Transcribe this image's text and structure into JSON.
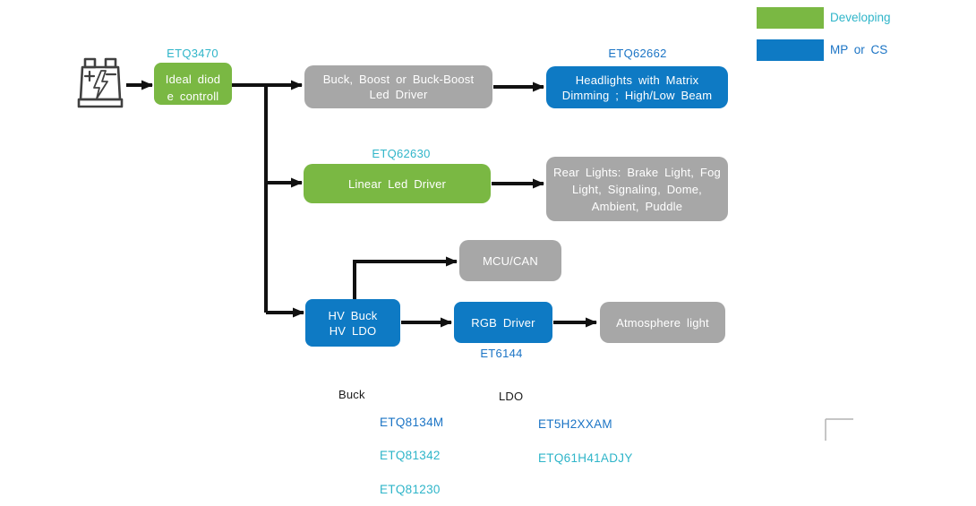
{
  "legend": {
    "developing": {
      "label": "Developing",
      "swatch_color": "#7ab843",
      "text_color": "#2fb5c9"
    },
    "mp_cs": {
      "label": "MP or CS",
      "swatch_color": "#0e7ac4",
      "text_color": "#1b74c5"
    }
  },
  "colors": {
    "developing_box": "#7ab843",
    "mp_cs_box": "#0e7ac4",
    "application_box": "#a7a7a7",
    "developing_text": "#2fb5c9",
    "mp_cs_text": "#1b74c5",
    "connector": "#111111"
  },
  "nodes": {
    "ideal_diode": {
      "part": "ETQ3470",
      "line1": "Ideal diod",
      "line2": "e controll"
    },
    "buck_boost_driver": {
      "label": "Buck, Boost or Buck-Boost Led Driver"
    },
    "headlights": {
      "part": "ETQ62662",
      "label": "Headlights with Matrix Dimming ; High/Low Beam"
    },
    "linear_driver": {
      "part": "ETQ62630",
      "label": "Linear Led Driver"
    },
    "rear_lights": {
      "label": "Rear Lights: Brake Light, Fog Light, Signaling, Dome, Ambient, Puddle"
    },
    "mcu_can": {
      "label": "MCU/CAN"
    },
    "hv_buck": {
      "line1": "HV Buck",
      "line2": "HV LDO"
    },
    "rgb_driver": {
      "part": "ET6144",
      "label": "RGB Driver"
    },
    "atmosphere_light": {
      "label": "Atmosphere light"
    }
  },
  "part_lists": {
    "buck": {
      "title": "Buck",
      "items": [
        {
          "name": "ETQ8134M",
          "status": "mp_cs"
        },
        {
          "name": "ETQ81342",
          "status": "developing"
        },
        {
          "name": "ETQ81230",
          "status": "developing"
        }
      ]
    },
    "ldo": {
      "title": "LDO",
      "items": [
        {
          "name": "ET5H2XXAM",
          "status": "mp_cs"
        },
        {
          "name": "ETQ61H41ADJY",
          "status": "developing"
        }
      ]
    }
  },
  "icons": {
    "battery": "car-battery-icon"
  }
}
